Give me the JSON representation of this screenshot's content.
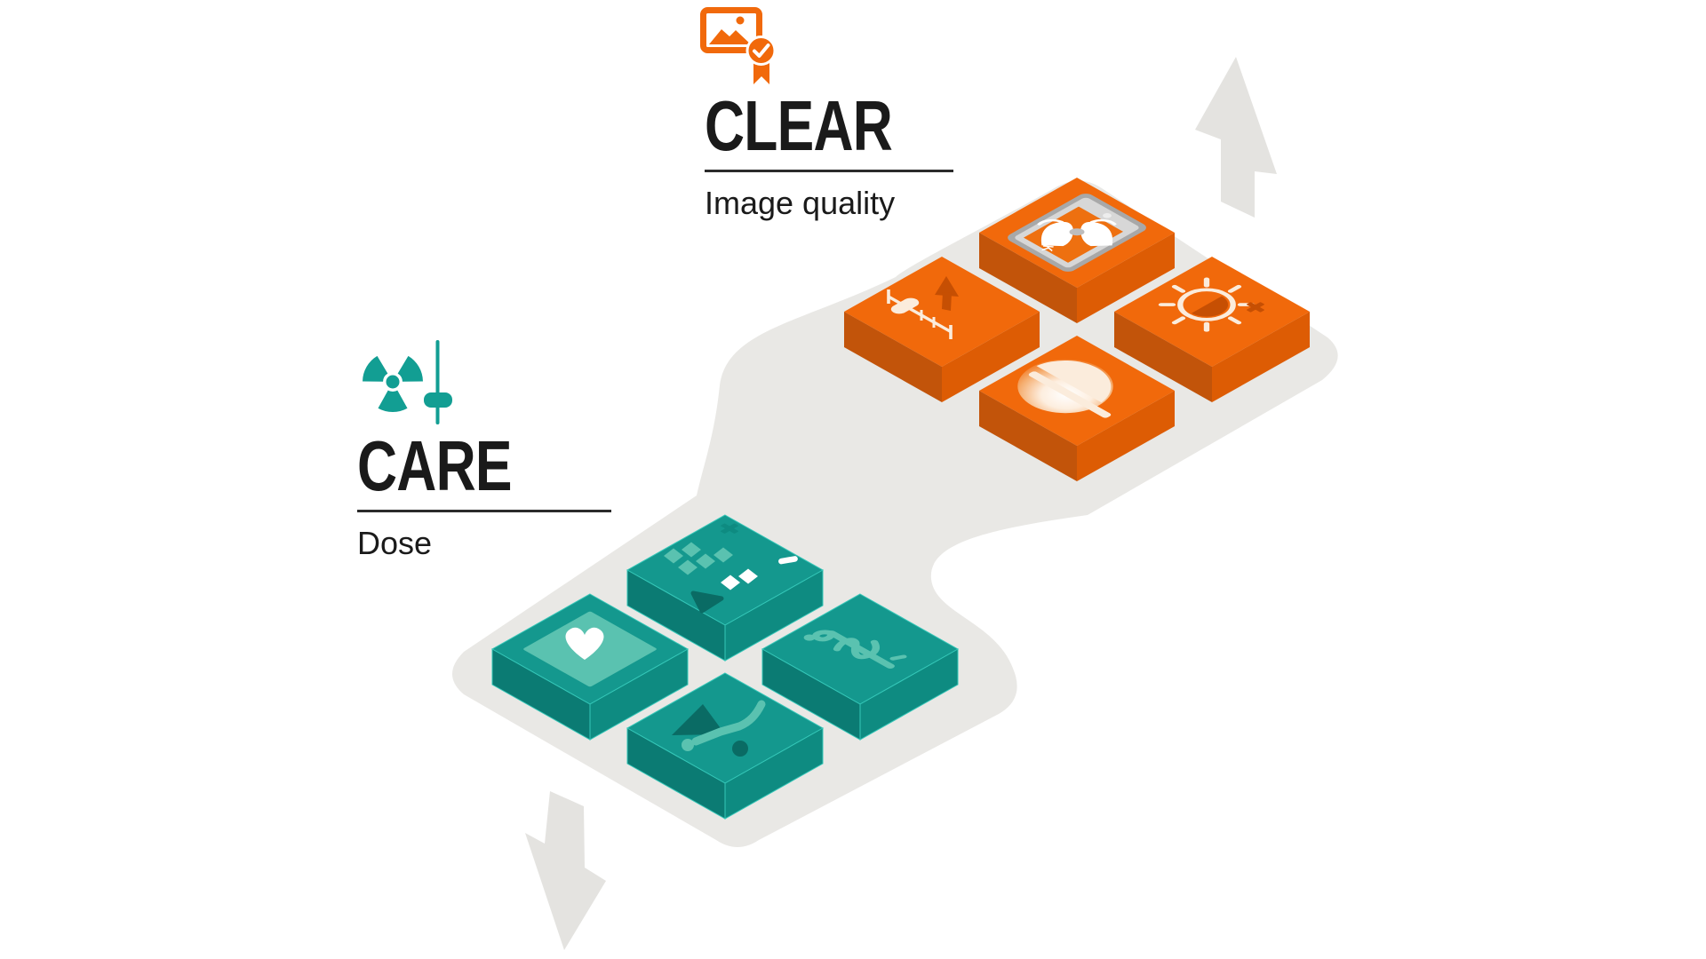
{
  "header": {
    "clear": {
      "title": "CLEAR",
      "subtitle": "Image quality",
      "icon": "image-quality-badge-icon"
    },
    "care": {
      "title": "CARE",
      "subtitle": "Dose",
      "icon": "radiation-dose-slider-icon"
    }
  },
  "tiles": {
    "clear_group": [
      {
        "name": "approved-image-tablet-tile",
        "icon": "tablet-chest-xray-icon"
      },
      {
        "name": "slider-increase-tile",
        "icon": "slider-up-arrow-icon"
      },
      {
        "name": "brightness-plus-tile",
        "icon": "sun-plus-icon"
      },
      {
        "name": "smooth-sphere-tile",
        "icon": "glowing-sphere-icon"
      }
    ],
    "care_group": [
      {
        "name": "dose-grid-tile",
        "icon": "dose-grid-plus-minus-icon"
      },
      {
        "name": "heart-tile",
        "icon": "heart-icon"
      },
      {
        "name": "asclepius-tile",
        "icon": "rod-of-asclepius-icon"
      },
      {
        "name": "patient-tile",
        "icon": "patient-positioning-icon"
      }
    ]
  },
  "decorations": {
    "path": "s-curve-path",
    "up_arrow": "up-arrow",
    "down_arrow": "down-arrow"
  },
  "colors": {
    "orange": "#F1690B",
    "orange_side_left": "#C2540A",
    "orange_side_right": "#DD5C04",
    "orange_accent": "#C64F03",
    "cream": "#FBECDC",
    "teal": "#14988E",
    "teal_side_left": "#0B7B73",
    "teal_side_right": "#0E8B81",
    "teal_light": "#5AC2B0",
    "teal_dark_accent": "#0A6B64",
    "teal_icon": "#129E93",
    "teal_edge": "#35C7B8",
    "gray_path": "#E9E8E5",
    "gray_arrow": "#E4E3E0",
    "tablet_frame": "#A8A8A8",
    "tablet_bezel": "#D7D7D7",
    "tablet_screen": "#EE7010",
    "text": "#1A1A1A",
    "underline": "#2B2B2B"
  }
}
